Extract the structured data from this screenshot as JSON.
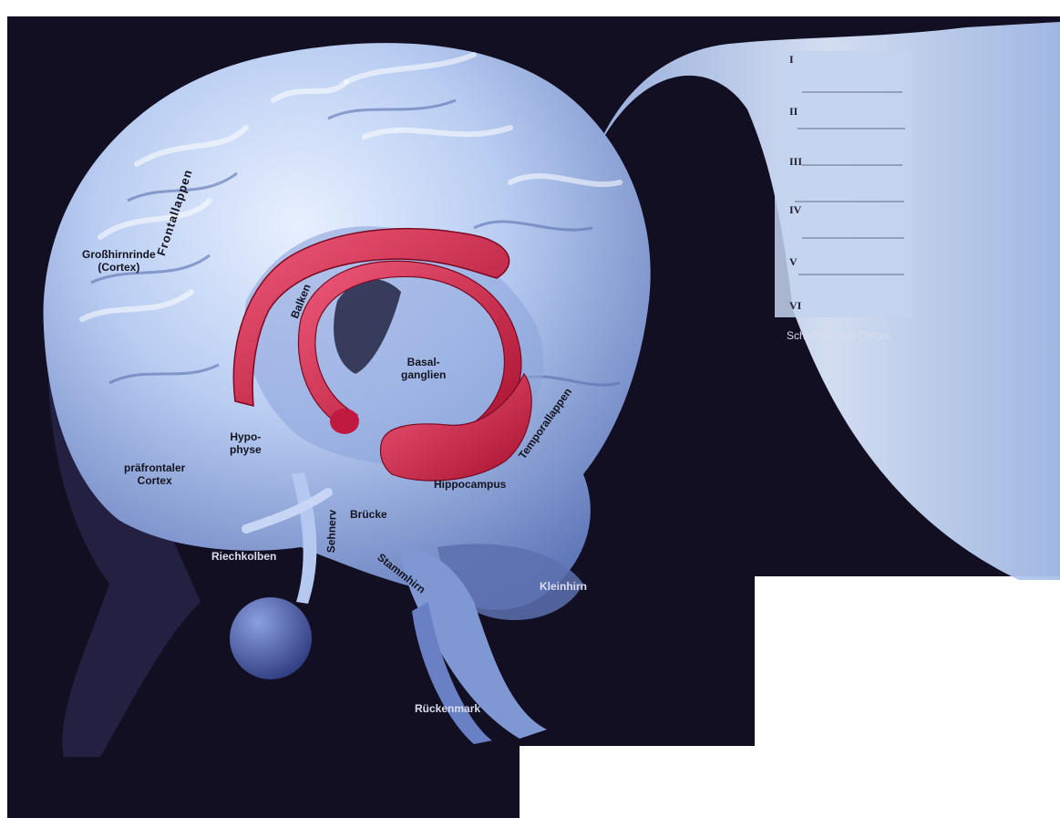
{
  "colors": {
    "background": "#120f22",
    "brain": "#b9cdf2",
    "brain_shadow": "#7f97d2",
    "limbic": "#d4234c",
    "cortex_slab": "#cfe0f8"
  },
  "labels": {
    "cortex_main": [
      "Großhirnrinde",
      "(Cortex)"
    ],
    "frontal_lobe": "Frontallappen",
    "corpus_callosum": "Balken",
    "basal_ganglia": [
      "Basal-",
      "ganglien"
    ],
    "temporal_lobe": "Temporallappen",
    "pituitary": [
      "Hypo-",
      "physe"
    ],
    "prefrontal": [
      "präfrontaler",
      "Cortex"
    ],
    "hippocampus": "Hippocampus",
    "optic_nerve": "Sehnerv",
    "pons": "Brücke",
    "olfactory_bulb": "Riechkolben",
    "brainstem": "Stammhirn",
    "cerebellum": "Kleinhirn",
    "spinal_cord": "Rückenmark",
    "cortex_layers_caption": "Schichten des Cortex"
  },
  "cortex_layers": [
    "I",
    "II",
    "III",
    "IV",
    "V",
    "VI"
  ]
}
